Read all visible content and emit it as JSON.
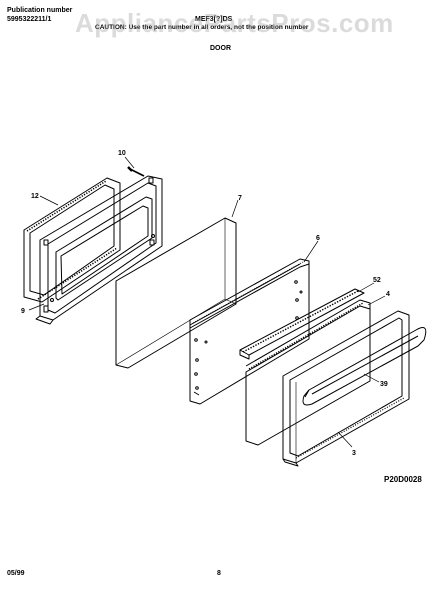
{
  "header": {
    "pub_label": "Publication number",
    "pub_number": "5995322211/1",
    "model": "MEF3[?]DS",
    "caution": "CAUTION: Use the part number in all orders, not the position number",
    "section_title": "DOOR"
  },
  "watermark": "AppliancePartsPros.com",
  "callouts": {
    "c10": "10",
    "c12": "12",
    "c9": "9",
    "c7": "7",
    "c6": "6",
    "c52": "52",
    "c4": "4",
    "c39": "39",
    "c3": "3"
  },
  "diagram_code": "P20D0028",
  "footer": {
    "date": "05/99",
    "page": "8"
  },
  "colors": {
    "line": "#000000",
    "watermark": "#a0a0a0"
  }
}
